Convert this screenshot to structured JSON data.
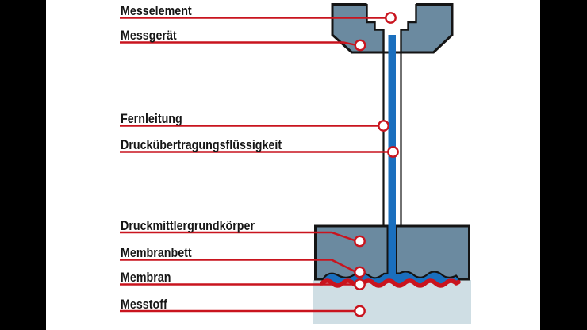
{
  "diagram": {
    "labels": [
      {
        "id": "messelement",
        "text": "Messelement"
      },
      {
        "id": "messgeraet",
        "text": "Messgerät"
      },
      {
        "id": "fernleitung",
        "text": "Fernleitung"
      },
      {
        "id": "druckuebertragungsfluessigkeit",
        "text": "Druckübertragungsflüssigkeit"
      },
      {
        "id": "druckmittlergrundkoerper",
        "text": "Druckmittlergrundkörper"
      },
      {
        "id": "membranbett",
        "text": "Membranbett"
      },
      {
        "id": "membran",
        "text": "Membran"
      },
      {
        "id": "messtoff",
        "text": "Messtoff"
      }
    ],
    "colors": {
      "steel": "#6B8AA0",
      "fluid": "#1A6FBE",
      "medium_blue": "#CFDEE4",
      "accent_red": "#C9141E",
      "outline": "#141414",
      "bg": "#FFFFFF",
      "bar": "#000000"
    }
  }
}
